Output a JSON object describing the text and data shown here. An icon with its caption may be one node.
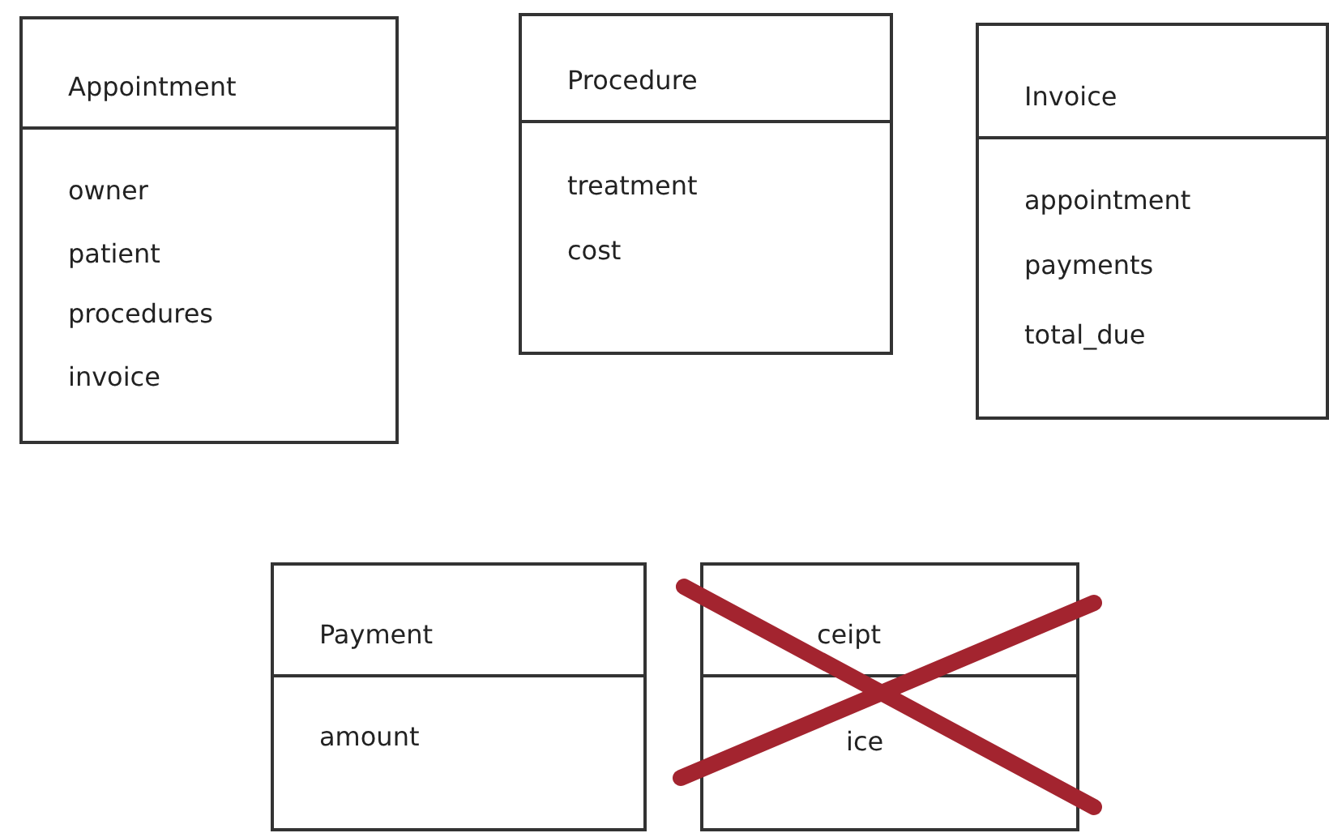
{
  "diagram": {
    "nodes": [
      {
        "text": [
          "Appointment",
          "owner",
          "patient",
          "procedures",
          "invoice"
        ]
      },
      {
        "text": [
          "Procedure",
          "treatment",
          "cost"
        ]
      },
      {
        "text": [
          "Invoice",
          "appointment",
          "payments",
          "total_due"
        ]
      },
      {
        "text": [
          "Payment",
          "amount"
        ]
      },
      {
        "text": [
          "ceipt",
          "ice"
        ]
      }
    ]
  }
}
